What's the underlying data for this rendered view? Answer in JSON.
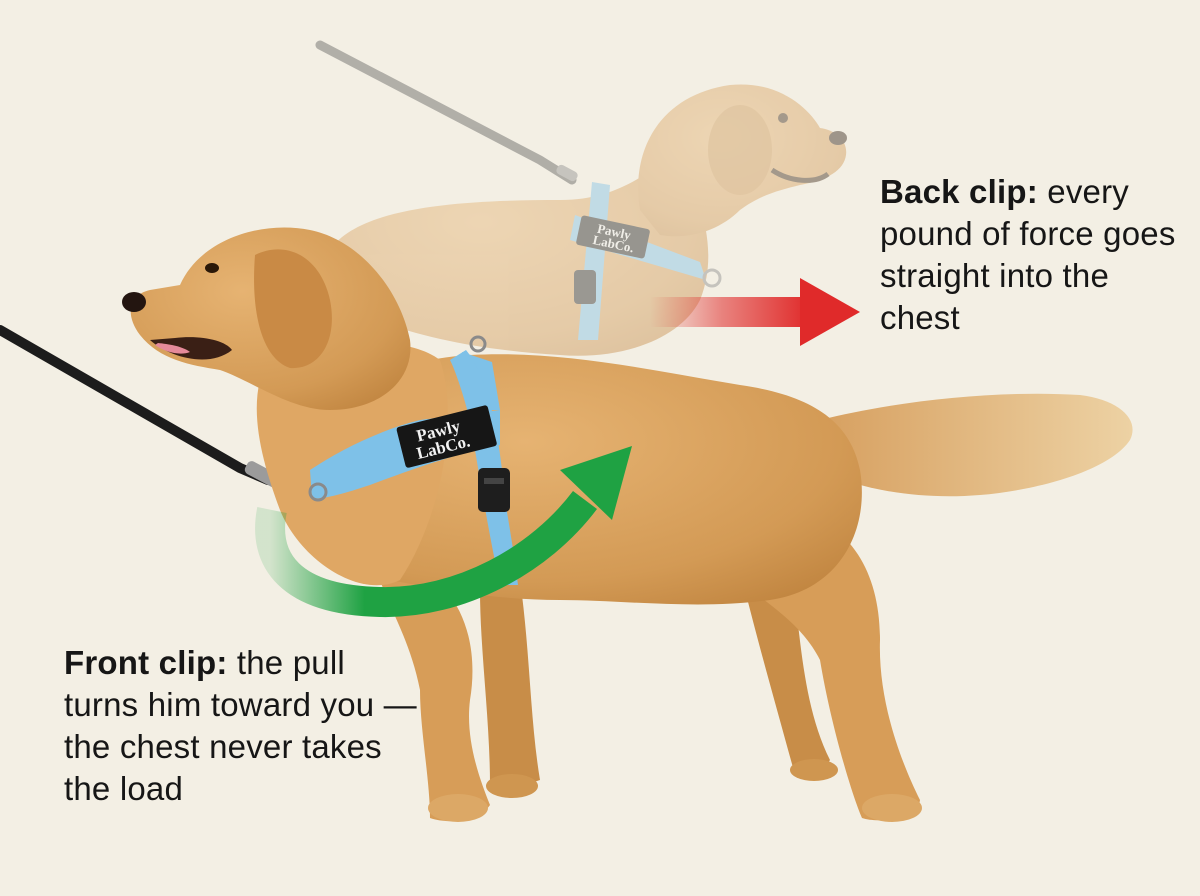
{
  "back_clip": {
    "label": "Back clip:",
    "text": "every pound of force goes straight into the chest",
    "arrow_color": "#e02a2a"
  },
  "front_clip": {
    "label": "Front clip:",
    "text": "the pull turns him toward you — the chest never takes the load",
    "arrow_color": "#1fa243"
  },
  "harness": {
    "brand_line1": "Pawly",
    "brand_line2": "LabCo.",
    "color": "#7ec1e8"
  },
  "dog": {
    "coat_color": "#d9a05b"
  },
  "icons": {
    "back_arrow": "straight-arrow-right-icon",
    "front_arrow": "curved-arrow-icon"
  }
}
